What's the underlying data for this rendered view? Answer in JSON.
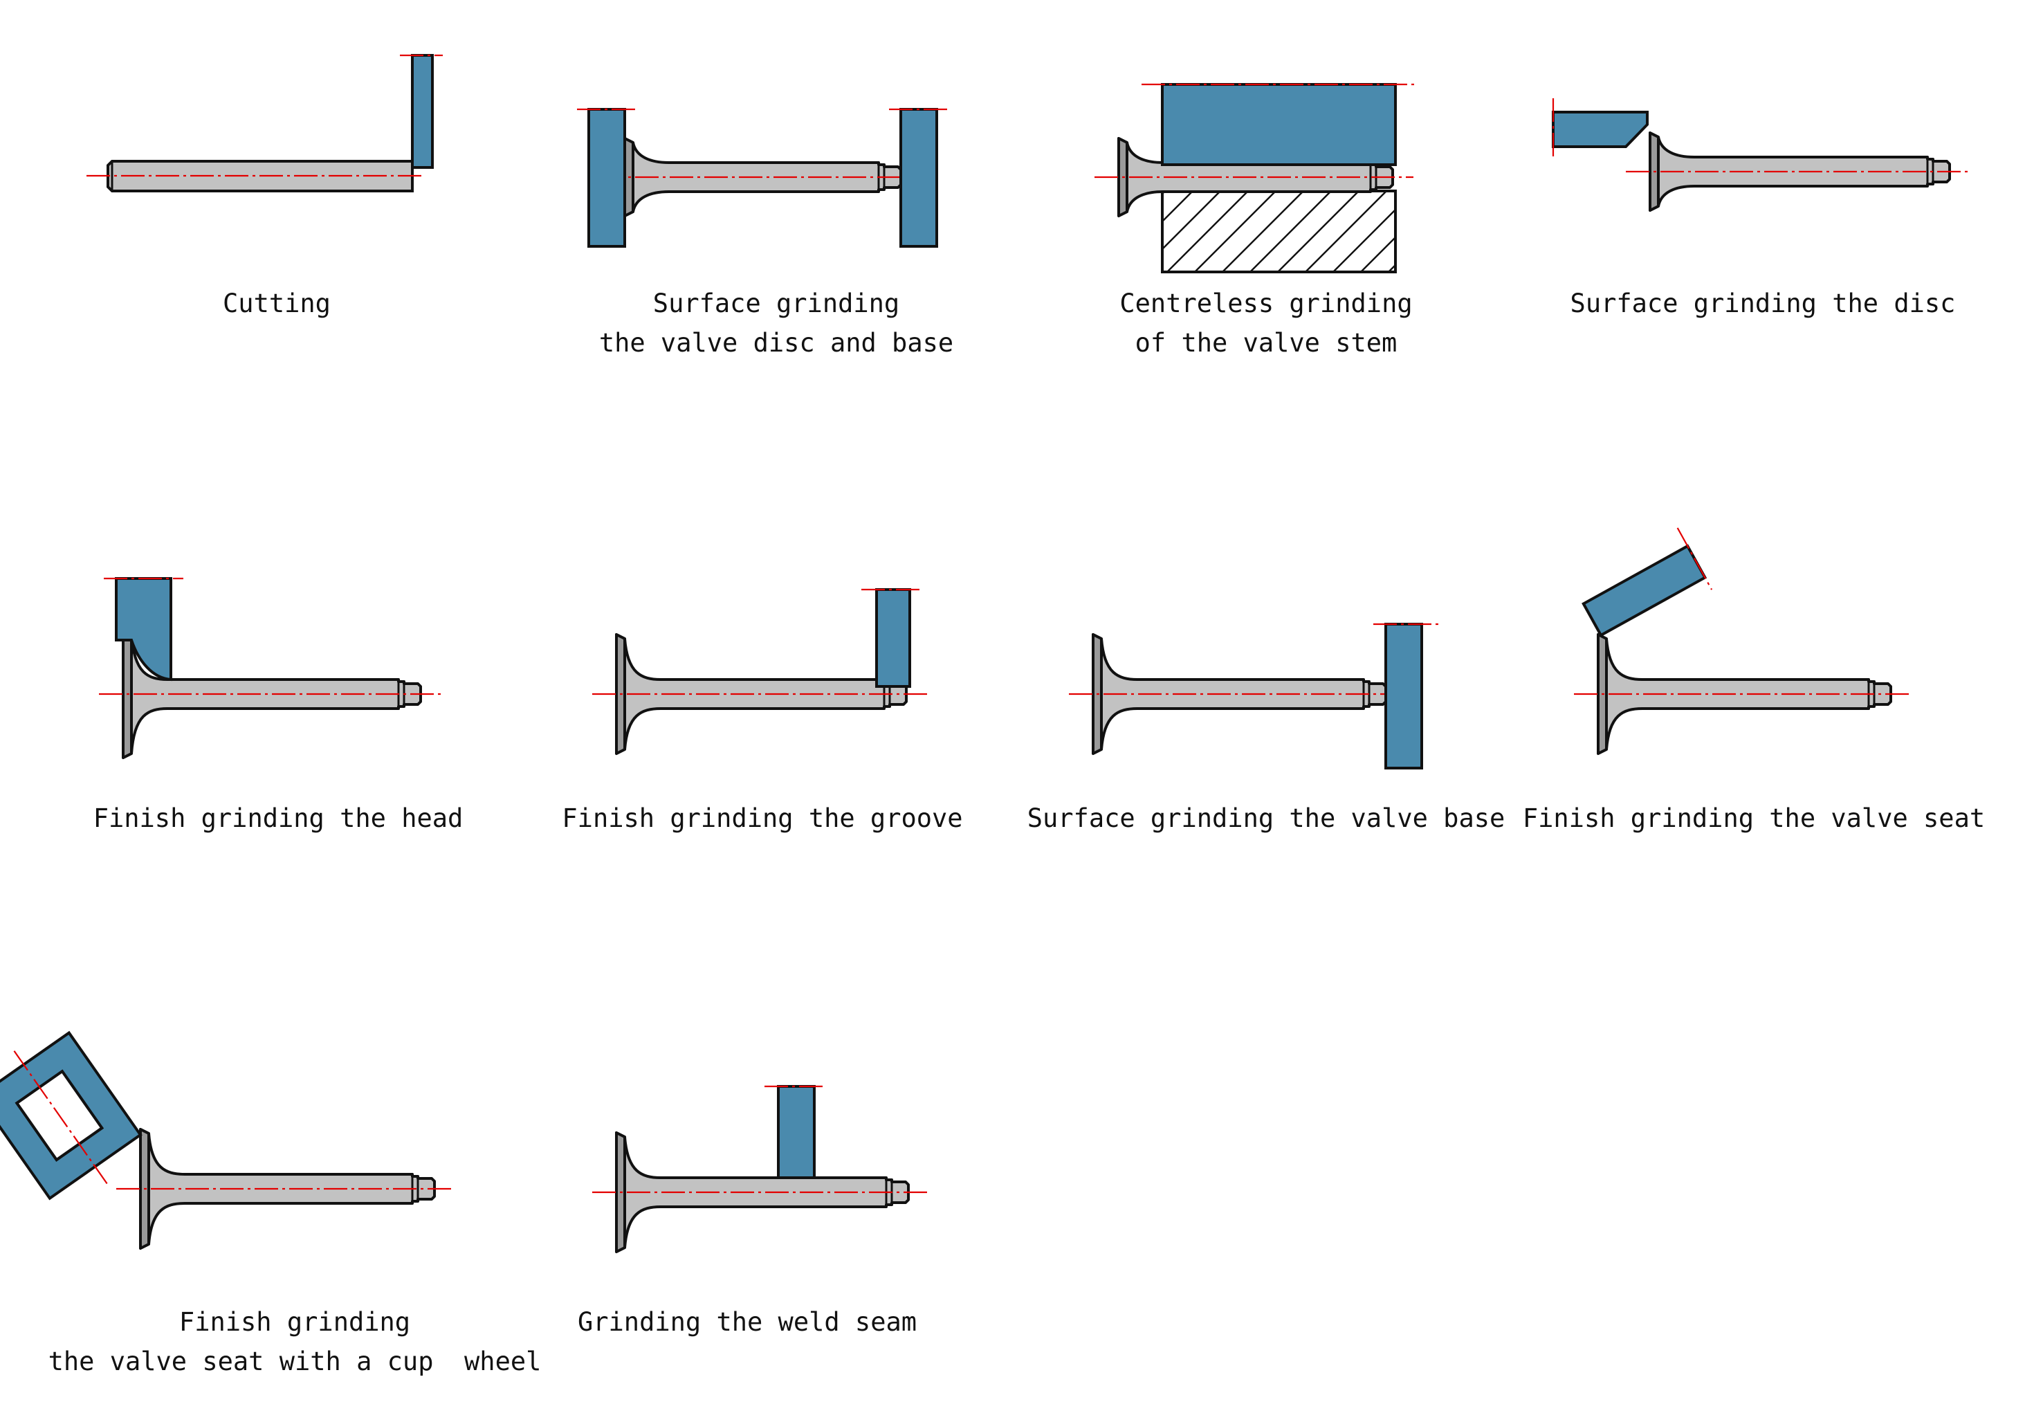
{
  "colors": {
    "wheel": "#4a8aad",
    "valve": "#c2c2c2",
    "head_dark": "#9a9a9a",
    "outline": "#111111",
    "axis": "#e30000"
  },
  "steps": [
    {
      "id": "cutting",
      "lines": [
        "Cutting"
      ]
    },
    {
      "id": "surface-disc-base",
      "lines": [
        "Surface grinding",
        "the valve disc and base"
      ]
    },
    {
      "id": "centreless",
      "lines": [
        "Centreless grinding",
        "of the valve stem"
      ]
    },
    {
      "id": "surface-disc",
      "lines": [
        "Surface grinding the disc"
      ]
    },
    {
      "id": "finish-head",
      "lines": [
        "Finish grinding the head"
      ]
    },
    {
      "id": "finish-groove",
      "lines": [
        "Finish grinding the groove"
      ]
    },
    {
      "id": "surface-base",
      "lines": [
        "Surface grinding the valve base"
      ]
    },
    {
      "id": "finish-seat",
      "lines": [
        "Finish grinding the valve seat"
      ]
    },
    {
      "id": "finish-seat-cup",
      "lines": [
        "Finish grinding",
        "the valve seat with a cup  wheel"
      ]
    },
    {
      "id": "weld-seam",
      "lines": [
        "Grinding the weld seam"
      ]
    }
  ]
}
